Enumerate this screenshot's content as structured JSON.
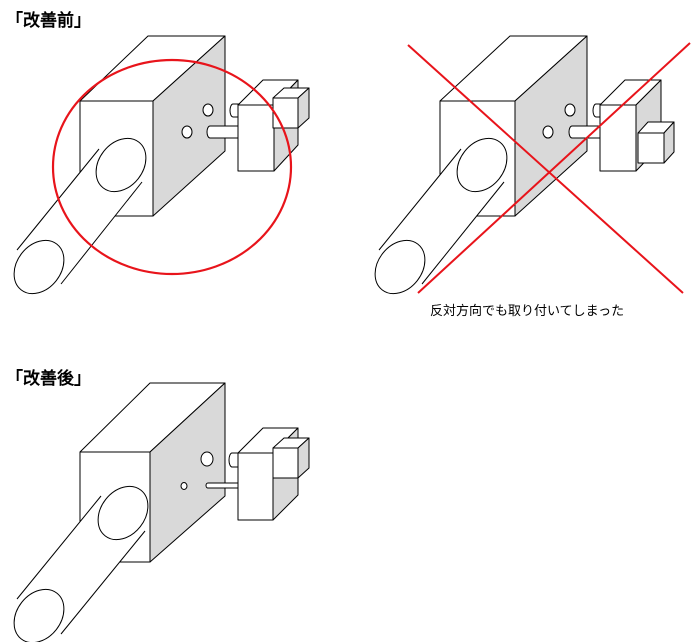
{
  "labels": {
    "before": "「改善前」",
    "after": "「改善後」"
  },
  "caption": "反対方向でも取り付いてしまった",
  "colors": {
    "line": "#000000",
    "face_light": "#ffffff",
    "face_gray": "#d9d9d9",
    "mark": "#e8141b"
  }
}
